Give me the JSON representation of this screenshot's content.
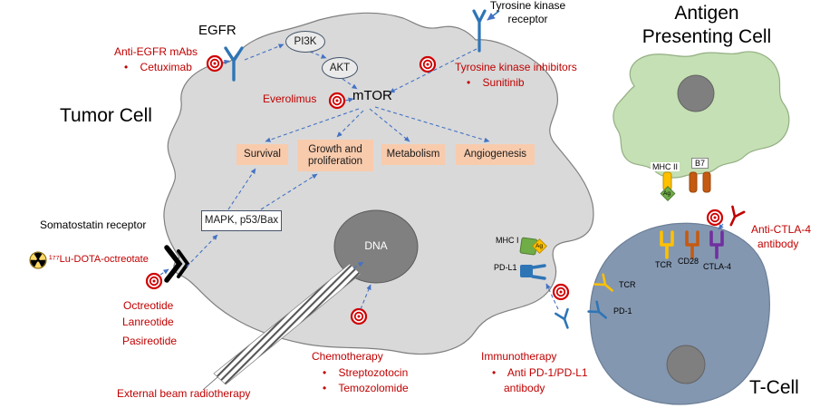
{
  "titles": {
    "tumor_cell": "Tumor Cell",
    "apc_line1": "Antigen",
    "apc_line2": "Presenting Cell",
    "t_cell": "T-Cell"
  },
  "receptors": {
    "egfr": "EGFR",
    "tyrosine_kinase_line1": "Tyrosine kinase",
    "tyrosine_kinase_line2": "receptor",
    "somatostatin": "Somatostatin receptor",
    "mhc_i": "MHC I",
    "pd_l1": "PD-L1",
    "mhc_ii": "MHC II",
    "b7": "B7",
    "ag_top": "Ag",
    "ag_side": "Ag",
    "tcr_synapse": "TCR",
    "cd28": "CD28",
    "ctla_4": "CTLA-4",
    "tcr_left": "TCR",
    "pd_1": "PD-1"
  },
  "pathway": {
    "pi3k": "PI3K",
    "akt": "AKT",
    "mtor": "mTOR",
    "mapk": "MAPK, p53/Bax",
    "dna": "DNA",
    "outcomes": [
      "Survival",
      "Growth and proliferation",
      "Metabolism",
      "Angiogenesis"
    ]
  },
  "therapies": {
    "anti_egfr_line1": "Anti-EGFR mAbs",
    "anti_egfr_line2": "•    Cetuximab",
    "everolimus": "Everolimus",
    "tki_line1": "Tyrosine kinase inhibitors",
    "tki_line2": "•    Sunitinib",
    "lu_dota": "¹⁷⁷Lu-DOTA-octreotate",
    "ssa": [
      "Octreotide",
      "Lanreotide",
      "Pasireotide"
    ],
    "chemo_title": "Chemotherapy",
    "chemo_items": [
      "•    Streptozotocin",
      "•    Temozolomide"
    ],
    "ebrt": "External beam radiotherapy",
    "immuno_line1": "Immunotherapy",
    "immuno_line2": "•    Anti PD-1/PD-L1",
    "immuno_line3": "antibody",
    "anti_ctla4_line1": "Anti-CTLA-4",
    "anti_ctla4_line2": "antibody"
  },
  "colors": {
    "red_text": "#C00000",
    "tumor_fill": "#D9D9D9",
    "apc_fill": "#C5E0B4",
    "tcell_fill": "#8497B0",
    "nucleus_fill": "#7F7F7F",
    "outcome_fill": "#F8CBAD",
    "arrow_blue": "#4472C4",
    "receptor_blue": "#2E75B6",
    "tcr_yellow": "#FFC000",
    "cd28_orange": "#C55A11",
    "ctla4_purple": "#7030A0",
    "antigen_green": "#70AD47"
  }
}
